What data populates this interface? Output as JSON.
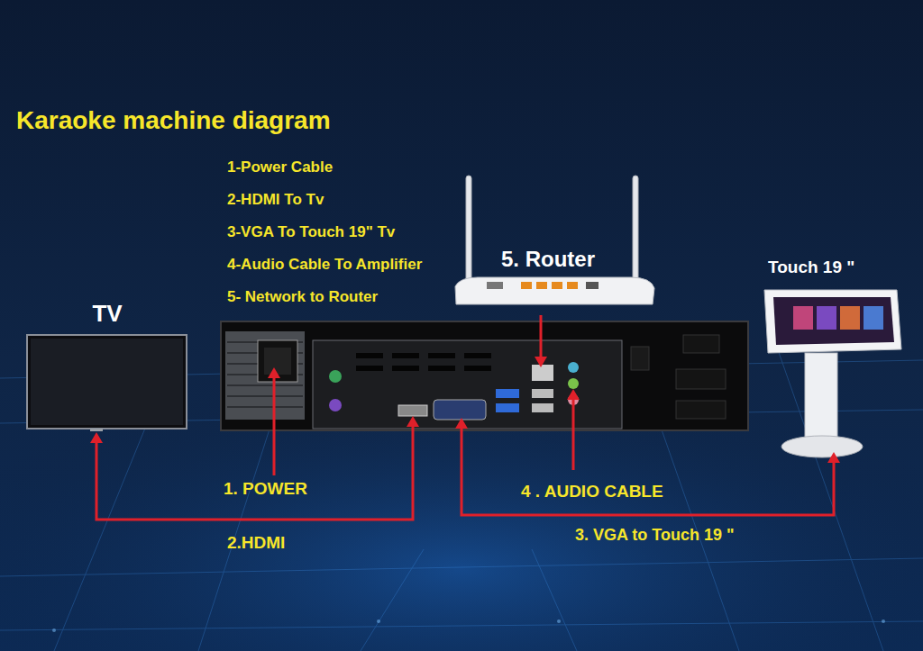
{
  "diagram": {
    "title": "Karaoke machine diagram",
    "nodes": [
      {
        "text": [
          "TV"
        ]
      },
      {
        "text": [
          "5. Router"
        ]
      },
      {
        "text": [
          "Touch 19 \""
        ]
      }
    ],
    "labels": [
      "1-Power Cable",
      "2-HDMI To Tv",
      "3-VGA To Touch 19\" Tv",
      "4-Audio Cable To Amplifier",
      "5- Network to Router",
      "1. POWER",
      "4 . AUDIO CABLE",
      "2.HDMI",
      "3. VGA to Touch 19 \""
    ]
  }
}
